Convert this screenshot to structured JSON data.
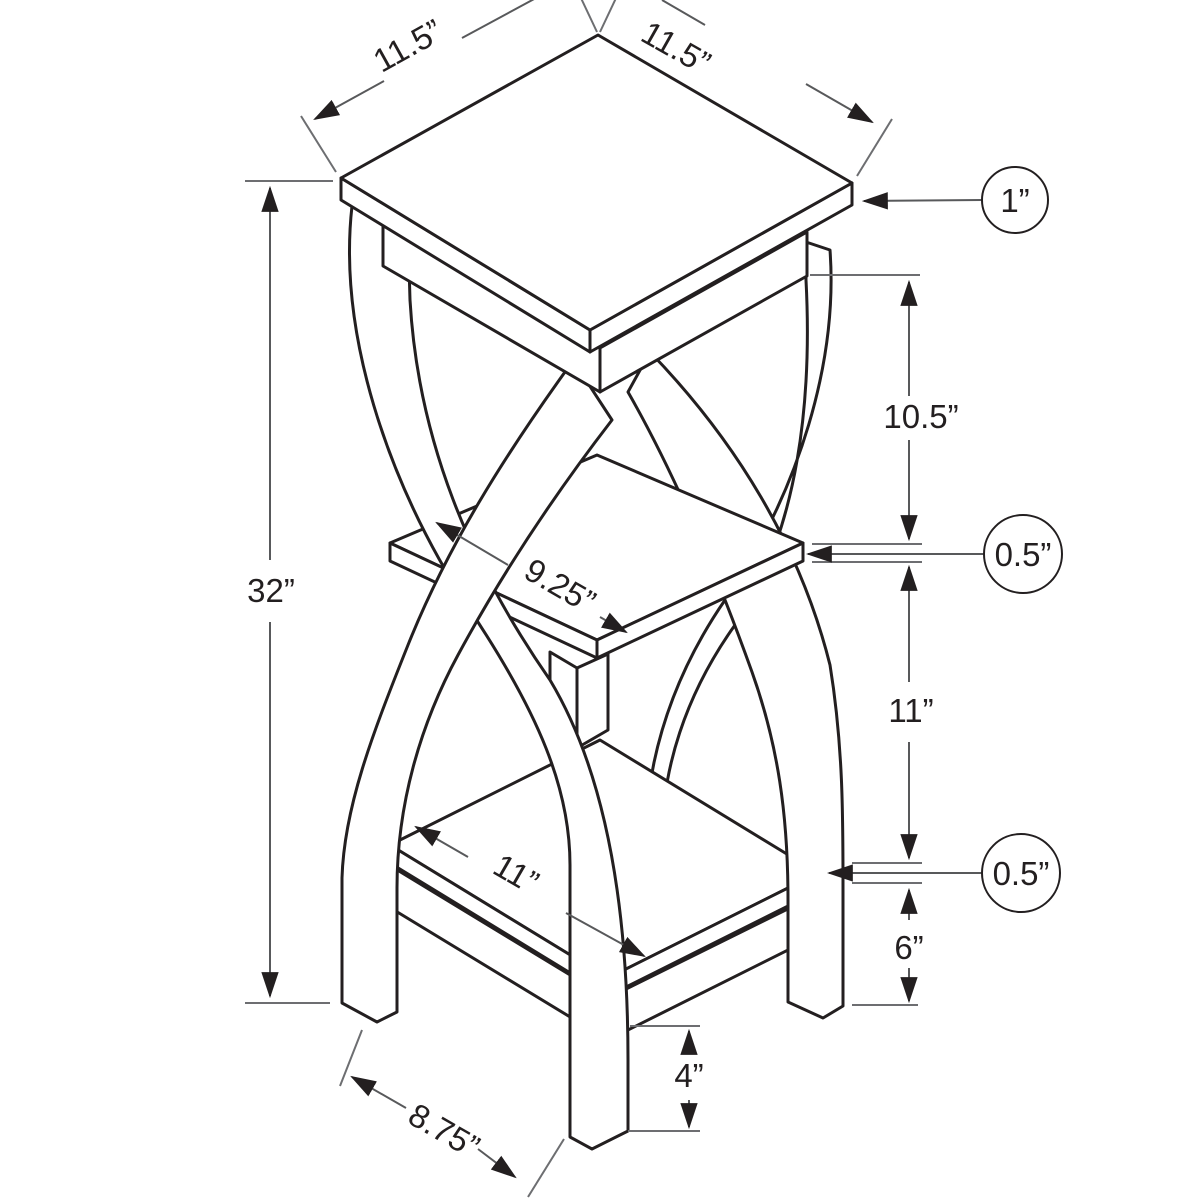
{
  "diagram": {
    "kind": "furniture-dimension-line-drawing",
    "subject": "twisted hourglass accent table with three tiers",
    "colors": {
      "background": "#ffffff",
      "furniture_line": "#231f20",
      "dimension_line": "#58595b",
      "text": "#231f20"
    },
    "labels": {
      "top_width_left": {
        "text": "11.5”"
      },
      "top_width_right": {
        "text": "11.5”"
      },
      "top_thickness": {
        "text": "1”"
      },
      "overall_height": {
        "text": "32”"
      },
      "top_to_mid_shelf_gap": {
        "text": "10.5”"
      },
      "mid_shelf_thickness": {
        "text": "0.5”"
      },
      "mid_shelf_width": {
        "text": "9.25”"
      },
      "mid_to_lower_shelf_gap": {
        "text": "11”"
      },
      "lower_shelf_thickness": {
        "text": "0.5”"
      },
      "lower_shelf_width": {
        "text": "11”"
      },
      "lower_clearance": {
        "text": "6”"
      },
      "front_foot_clearance": {
        "text": "4”"
      },
      "base_width": {
        "text": "8.75”"
      }
    }
  }
}
